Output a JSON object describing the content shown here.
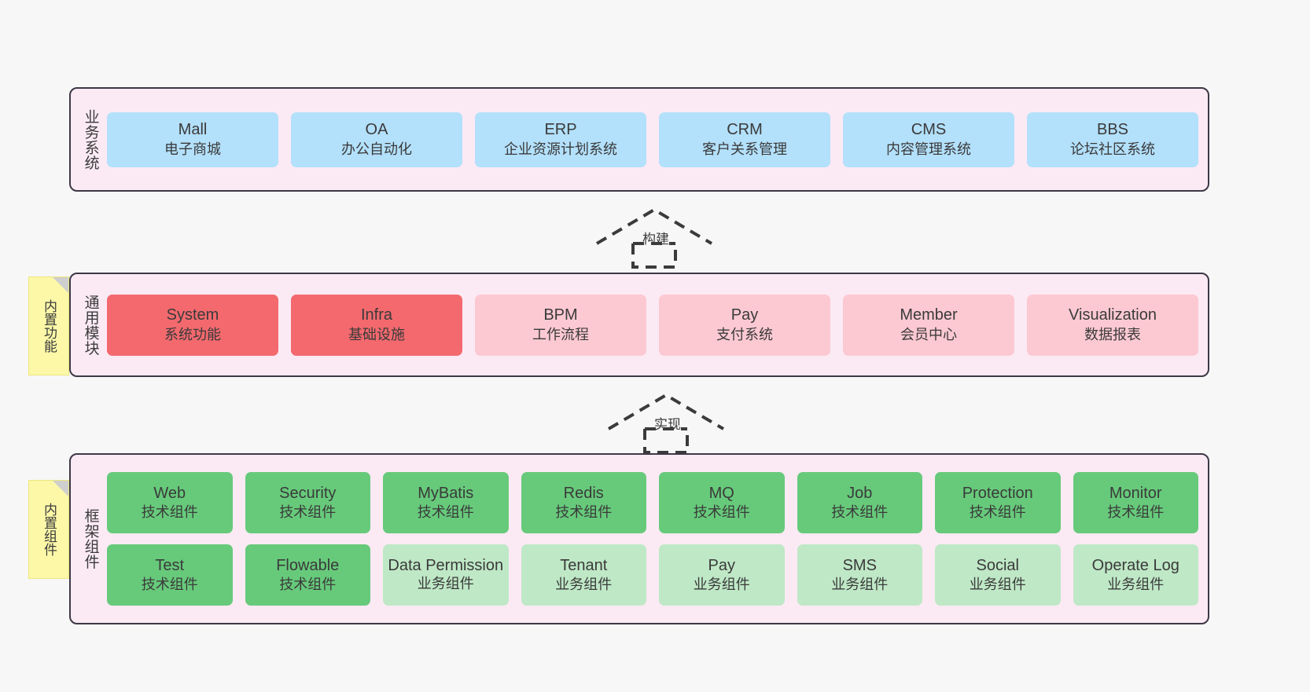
{
  "diagram": {
    "background_color": "#f7f7f7",
    "band_fill": "#fbeaf4",
    "band_border": "#3d3846"
  },
  "layers": [
    {
      "id": "business",
      "label": "业务系统",
      "color": "#b3e0fb",
      "rows": [
        {
          "cards": [
            {
              "en": "Mall",
              "cn": "电子商城",
              "style": "blue"
            },
            {
              "en": "OA",
              "cn": "办公自动化",
              "style": "blue"
            },
            {
              "en": "ERP",
              "cn": "企业资源计划系统",
              "style": "blue"
            },
            {
              "en": "CRM",
              "cn": "客户关系管理",
              "style": "blue"
            },
            {
              "en": "CMS",
              "cn": "内容管理系统",
              "style": "blue"
            },
            {
              "en": "BBS",
              "cn": "论坛社区系统",
              "style": "blue"
            }
          ]
        }
      ]
    },
    {
      "id": "modules",
      "label": "通用模块",
      "sticky": "内置功能",
      "rows": [
        {
          "cards": [
            {
              "en": "System",
              "cn": "系统功能",
              "style": "red"
            },
            {
              "en": "Infra",
              "cn": "基础设施",
              "style": "red"
            },
            {
              "en": "BPM",
              "cn": "工作流程",
              "style": "pink"
            },
            {
              "en": "Pay",
              "cn": "支付系统",
              "style": "pink"
            },
            {
              "en": "Member",
              "cn": "会员中心",
              "style": "pink"
            },
            {
              "en": "Visualization",
              "cn": "数据报表",
              "style": "pink"
            }
          ]
        }
      ]
    },
    {
      "id": "framework",
      "label": "框架组件",
      "sticky": "内置组件",
      "rows": [
        {
          "cards": [
            {
              "en": "Web",
              "cn": "技术组件",
              "style": "green"
            },
            {
              "en": "Security",
              "cn": "技术组件",
              "style": "green"
            },
            {
              "en": "MyBatis",
              "cn": "技术组件",
              "style": "green"
            },
            {
              "en": "Redis",
              "cn": "技术组件",
              "style": "green"
            },
            {
              "en": "MQ",
              "cn": "技术组件",
              "style": "green"
            },
            {
              "en": "Job",
              "cn": "技术组件",
              "style": "green"
            },
            {
              "en": "Protection",
              "cn": "技术组件",
              "style": "green"
            },
            {
              "en": "Monitor",
              "cn": "技术组件",
              "style": "green"
            }
          ]
        },
        {
          "cards": [
            {
              "en": "Test",
              "cn": "技术组件",
              "style": "green"
            },
            {
              "en": "Flowable",
              "cn": "技术组件",
              "style": "green"
            },
            {
              "en": "Data Permission",
              "cn": "业务组件",
              "style": "lgreen"
            },
            {
              "en": "Tenant",
              "cn": "业务组件",
              "style": "lgreen"
            },
            {
              "en": "Pay",
              "cn": "业务组件",
              "style": "lgreen"
            },
            {
              "en": "SMS",
              "cn": "业务组件",
              "style": "lgreen"
            },
            {
              "en": "Social",
              "cn": "业务组件",
              "style": "lgreen"
            },
            {
              "en": "Operate Log",
              "cn": "业务组件",
              "style": "lgreen"
            }
          ]
        }
      ]
    }
  ],
  "arrows": [
    {
      "id": "build",
      "label": "构建",
      "from": "通用模块",
      "to": "业务系统"
    },
    {
      "id": "impl",
      "label": "实现",
      "from": "框架组件",
      "to": "通用模块"
    }
  ]
}
